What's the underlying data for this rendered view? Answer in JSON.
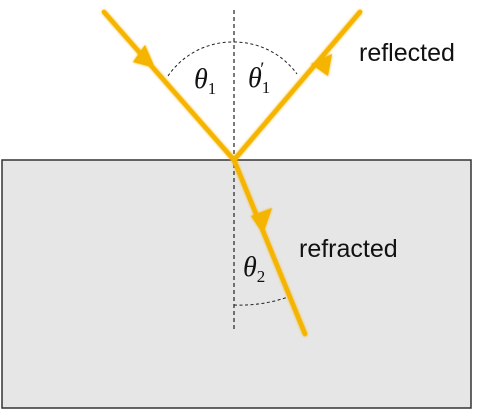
{
  "labels": {
    "reflected": "reflected",
    "refracted": "refracted"
  },
  "angles": {
    "incident": {
      "symbol": "θ",
      "subscript": "1",
      "prime": ""
    },
    "reflected": {
      "symbol": "θ",
      "subscript": "1",
      "prime": "′"
    },
    "refracted": {
      "symbol": "θ",
      "subscript": "2",
      "prime": ""
    }
  },
  "colors": {
    "ray": "#f5b400",
    "medium_fill": "#e6e6e6",
    "medium_border": "#333333",
    "normal_line": "#222222"
  }
}
